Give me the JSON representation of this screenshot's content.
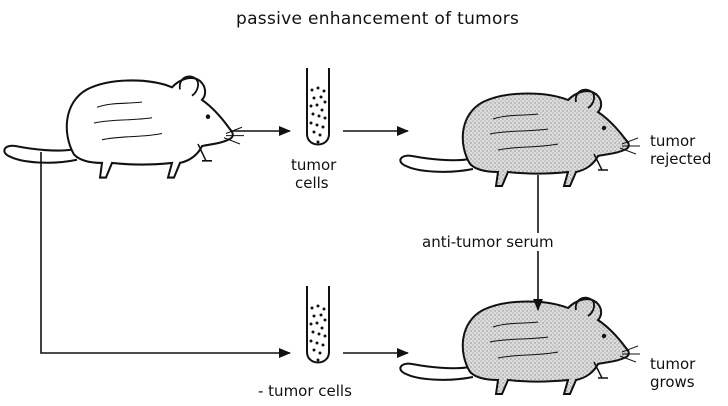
{
  "title": "passive enhancement of tumors",
  "labels": {
    "tube_top": [
      "tumor",
      "cells"
    ],
    "outcome_top": [
      "tumor",
      "rejected"
    ],
    "serum": "anti-tumor serum",
    "tube_bottom": "- tumor cells",
    "outcome_bottom": [
      "tumor",
      "grows"
    ]
  },
  "icons": {
    "mouse_donor": "mouse-icon",
    "mouse_rejected": "shaded-mouse-icon",
    "mouse_grows": "shaded-mouse-icon",
    "tube": "test-tube-icon"
  },
  "colors": {
    "line": "#111111",
    "shade": "#cfcfcf",
    "background": "#ffffff"
  }
}
